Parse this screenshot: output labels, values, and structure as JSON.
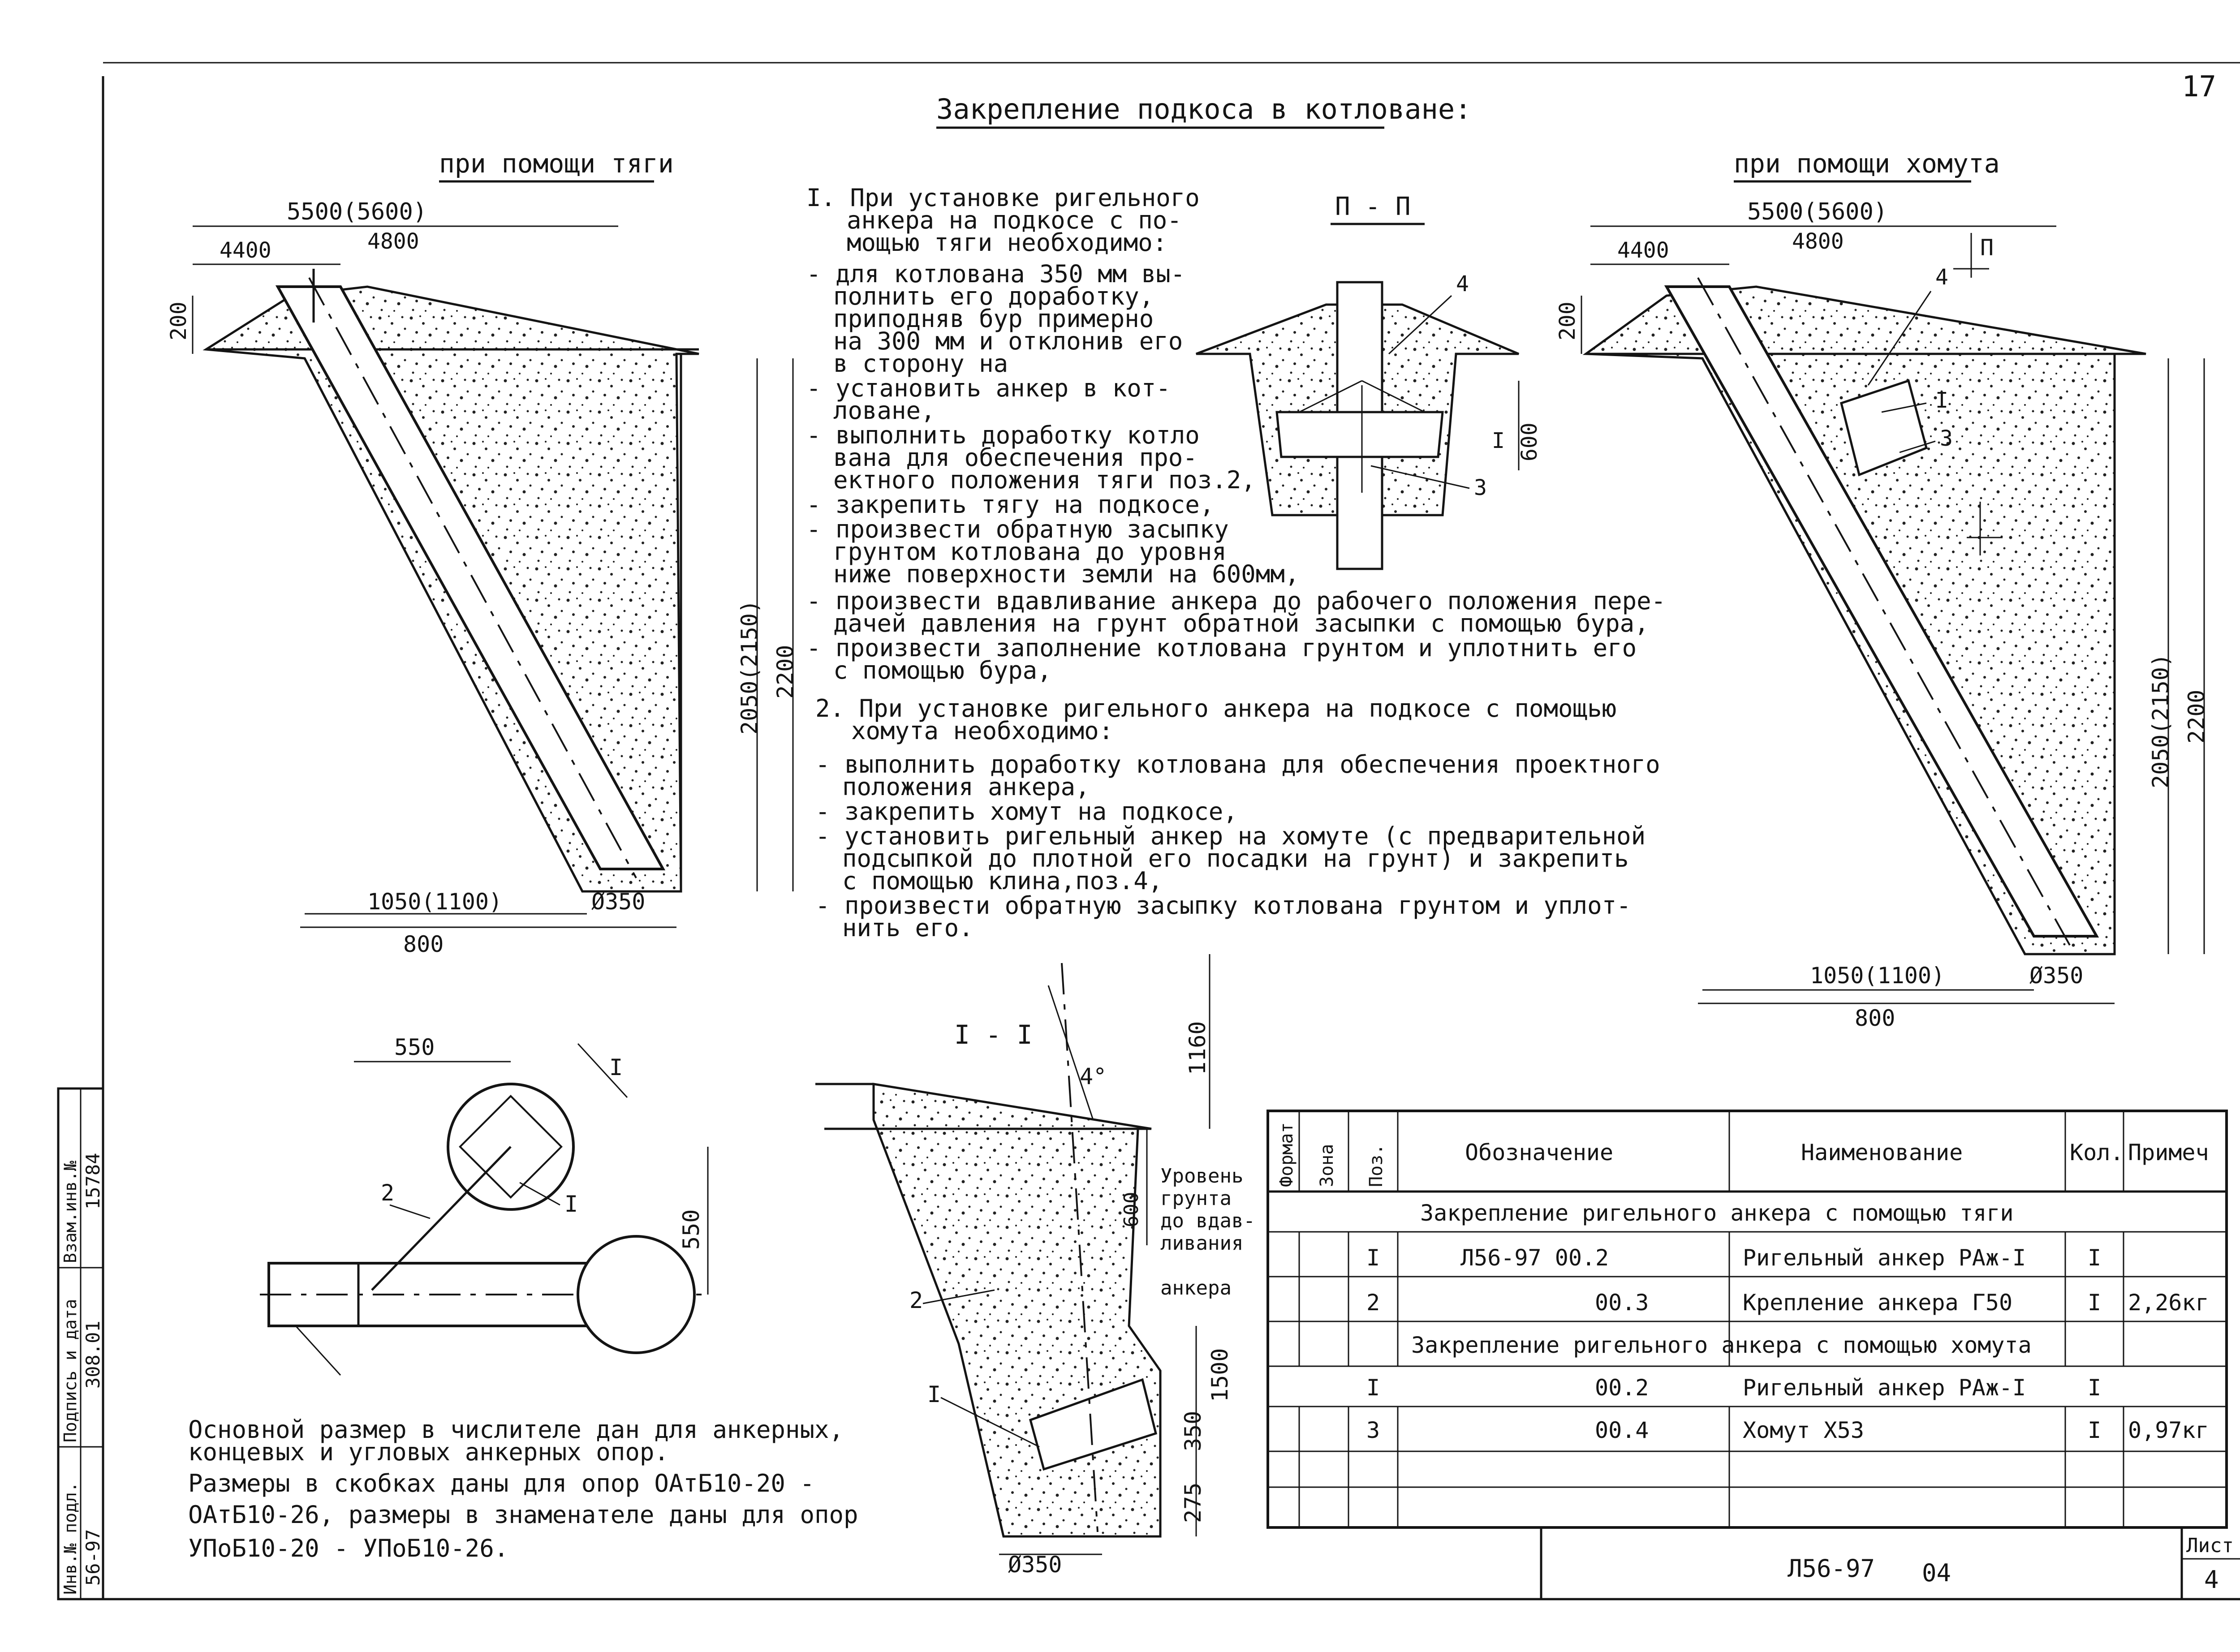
{
  "sheet": {
    "number_corner": "17",
    "title": "Закрепление подкоса в котловане:"
  },
  "left_view": {
    "title": "при помощи тяги",
    "dims": {
      "top": "5500(5600)",
      "a": "4400",
      "b": "4800",
      "h200": "200",
      "h2050": "2050(2150)",
      "h2200": "2200",
      "base": "1050(1100)",
      "dia": "Ø350",
      "bottom": "800"
    }
  },
  "right_view": {
    "title": "при помощи хомута",
    "dims": {
      "top": "5500(5600)",
      "a": "4400",
      "b": "4800",
      "h200": "200",
      "h2050": "2050(2150)",
      "h2200": "2200",
      "base": "1050(1100)",
      "dia": "Ø350",
      "bottom": "800"
    },
    "labels": {
      "sec": "П",
      "p1": "I",
      "p3": "3",
      "p4": "4"
    }
  },
  "section_pp": {
    "title": "П - П",
    "p4": "4",
    "p3": "3",
    "p1": "I",
    "dim": "600"
  },
  "instructions": [
    "I. При установке ригельного",
    "анкера на подкосе с по-",
    "мощью тяги необходимо:",
    "- для котлована  350 мм вы-",
    "полнить его доработку,",
    "приподняв бур примерно",
    "на 300 мм и отклонив его",
    "в сторону на",
    "- установить анкер в кот-",
    "ловане,",
    "- выполнить доработку котло",
    "вана для обеспечения про-",
    "ектного положения тяги поз.2,",
    "- закрепить тягу на подкосе,",
    "- произвести обратную засыпку",
    "грунтом котлована до уровня",
    "ниже поверхности земли на 600мм,",
    "- произвести вдавливание анкера до рабочего положения пере-",
    "дачей давления на грунт обратной засыпки с помощью бура,",
    "- произвести заполнение котлована грунтом и уплотнить его",
    "с помощью бура,",
    "2. При установке ригельного анкера на подкосе с помощью",
    "хомута необходимо:",
    "- выполнить доработку котлована для обеспечения проектного",
    "положения анкера,",
    "- закрепить хомут на подкосе,",
    "- установить ригельный анкер на хомуте (с предварительной",
    "подсыпкой до плотной его посадки на грунт) и закрепить",
    "с помощью клина,поз.4,",
    "- произвести обратную засыпку котлована грунтом и уплот-",
    "нить его."
  ],
  "plan_view": {
    "d550a": "550",
    "d550b": "550",
    "p1": "I",
    "p2": "2",
    "p1b": "I"
  },
  "section_ii": {
    "title": "I - I",
    "angle": "4°",
    "d1160": "1160",
    "d600": "600",
    "d1500": "1500",
    "d350": "350",
    "d275": "275",
    "dia": "Ø350",
    "p2": "2",
    "p1": "I",
    "level_note": [
      "Уровень",
      "грунта",
      "до вдав-",
      "ливания",
      "анкера"
    ]
  },
  "footnotes": [
    "Основной размер в числителе дан для анкерных,",
    "концевых и угловых анкерных опор.",
    "Размеры в скобках даны для опор ОАтБ10-20 -",
    "ОАтБ10-26, размеры в знаменателе даны для опор",
    "УПоБ10-20 - УПоБ10-26."
  ],
  "side_stamp": {
    "columns": [
      "Инв.№ подл.",
      "Подпись и дата",
      "Взам.инв.№"
    ],
    "values": [
      "56-97",
      "308.01",
      "15784"
    ]
  },
  "spec_table": {
    "headers": [
      "Формат",
      "Зона",
      "Поз.",
      "Обозначение",
      "Наименование",
      "Кол.",
      "Примеч"
    ],
    "group1": "Закрепление ригельного анкера с помощью тяги",
    "group2": "Закрепление ригельного анкера с помощью хомута",
    "rows1": [
      {
        "pos": "I",
        "code": "Л56-97      00.2",
        "name": "Ригельный анкер РАж-I",
        "qty": "I",
        "note": ""
      },
      {
        "pos": "2",
        "code": "00.3",
        "name": "Крепление анкера Г50",
        "qty": "I",
        "note": "2,26кг"
      }
    ],
    "rows2": [
      {
        "pos": "I",
        "code": "00.2",
        "name": "Ригельный анкер РАж-I",
        "qty": "I",
        "note": ""
      },
      {
        "pos": "3",
        "code": "00.4",
        "name": "Хомут Х53",
        "qty": "I",
        "note": "0,97кг"
      }
    ]
  },
  "title_block": {
    "code": "Л56-97",
    "sheet_code": "04",
    "sheet_label": "Лист",
    "sheet_no": "4"
  }
}
